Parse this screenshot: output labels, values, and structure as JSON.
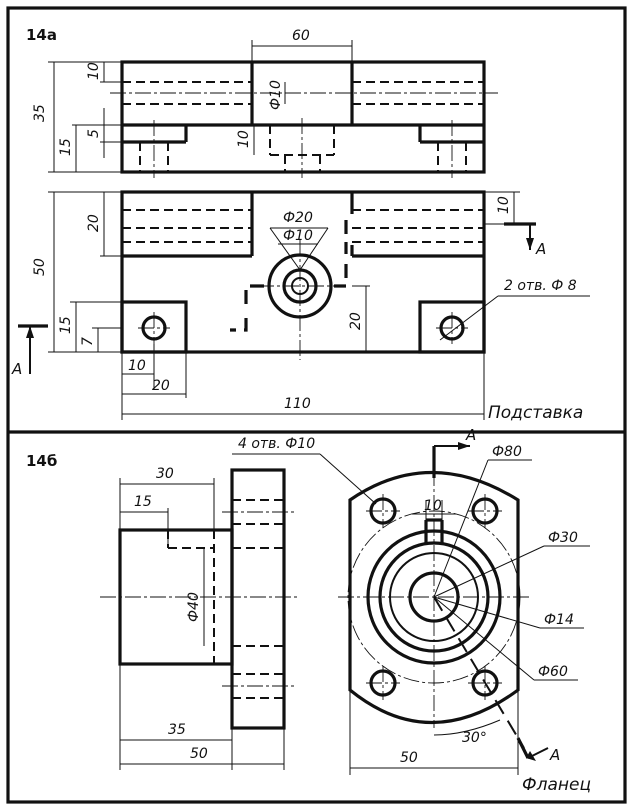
{
  "panel_a": {
    "label": "14а",
    "title": "Подставка",
    "section": "А",
    "holes_note": "2 отв. Ф 8",
    "dims": {
      "d60": "60",
      "d10a": "10",
      "d35": "35",
      "d5": "5",
      "d15a": "15",
      "phi10a": "Ф10",
      "d10b": "10",
      "d50": "50",
      "d20a": "20",
      "phi20": "Ф20",
      "phi10b": "Ф10",
      "d10c": "10",
      "d20b": "20",
      "d15b": "15",
      "d7": "7",
      "d10d": "10",
      "d20c": "20",
      "d110": "110"
    }
  },
  "panel_b": {
    "label": "14б",
    "title": "Фланец",
    "section": "А",
    "holes_note": "4 отв. Ф10",
    "dims": {
      "d30": "30",
      "d15": "15",
      "phi40": "Ф40",
      "d35": "35",
      "d50a": "50",
      "phi80": "Ф80",
      "d10": "10",
      "phi30": "Ф30",
      "phi14": "Ф14",
      "phi60": "Ф60",
      "d50b": "50",
      "angle": "30°"
    }
  }
}
